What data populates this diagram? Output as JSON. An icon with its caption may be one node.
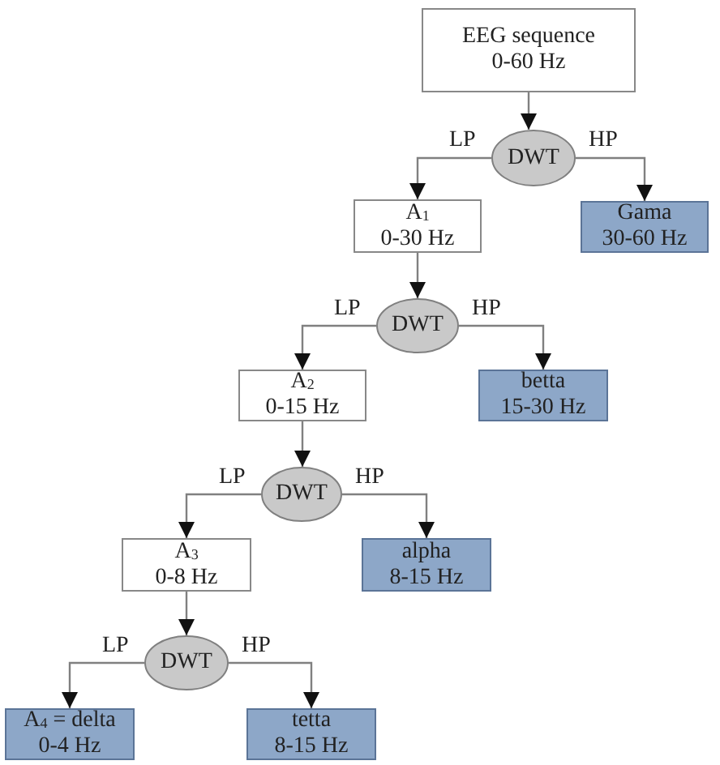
{
  "diagram": {
    "nodes": [
      {
        "text": [
          "EEG sequence",
          "0-60 Hz"
        ]
      },
      {
        "text": [
          "DWT"
        ]
      },
      {
        "text": [
          "A$_{1}$",
          "0-30 Hz"
        ]
      },
      {
        "text": [
          "Gama",
          "30-60 Hz"
        ]
      },
      {
        "text": [
          "DWT"
        ]
      },
      {
        "text": [
          "A$_{2}$",
          "0-15 Hz"
        ]
      },
      {
        "text": [
          "betta",
          "15-30 Hz"
        ]
      },
      {
        "text": [
          "DWT"
        ]
      },
      {
        "text": [
          "A$_{3}$",
          "0-8 Hz"
        ]
      },
      {
        "text": [
          "alpha",
          "8-15 Hz"
        ]
      },
      {
        "text": [
          "DWT"
        ]
      },
      {
        "text": [
          "A$_{4}$ = delta",
          "0-4 Hz"
        ]
      },
      {
        "text": [
          "tetta",
          "8-15 Hz"
        ]
      }
    ],
    "edges": [
      {
        "from": 0,
        "to": 1,
        "arrow": "to"
      },
      {
        "from": 1,
        "to": 2,
        "arrow": "to",
        "label": "LP"
      },
      {
        "from": 1,
        "to": 3,
        "arrow": "to",
        "label": "HP"
      },
      {
        "from": 2,
        "to": 4,
        "arrow": "to"
      },
      {
        "from": 4,
        "to": 5,
        "arrow": "to",
        "label": "LP"
      },
      {
        "from": 4,
        "to": 6,
        "arrow": "to",
        "label": "HP"
      },
      {
        "from": 5,
        "to": 7,
        "arrow": "to"
      },
      {
        "from": 7,
        "to": 8,
        "arrow": "to",
        "label": "LP"
      },
      {
        "from": 7,
        "to": 9,
        "arrow": "to",
        "label": "HP"
      },
      {
        "from": 8,
        "to": 10,
        "arrow": "to"
      },
      {
        "from": 10,
        "to": 11,
        "arrow": "to",
        "label": "LP"
      },
      {
        "from": 10,
        "to": 12,
        "arrow": "to",
        "label": "HP"
      }
    ]
  }
}
